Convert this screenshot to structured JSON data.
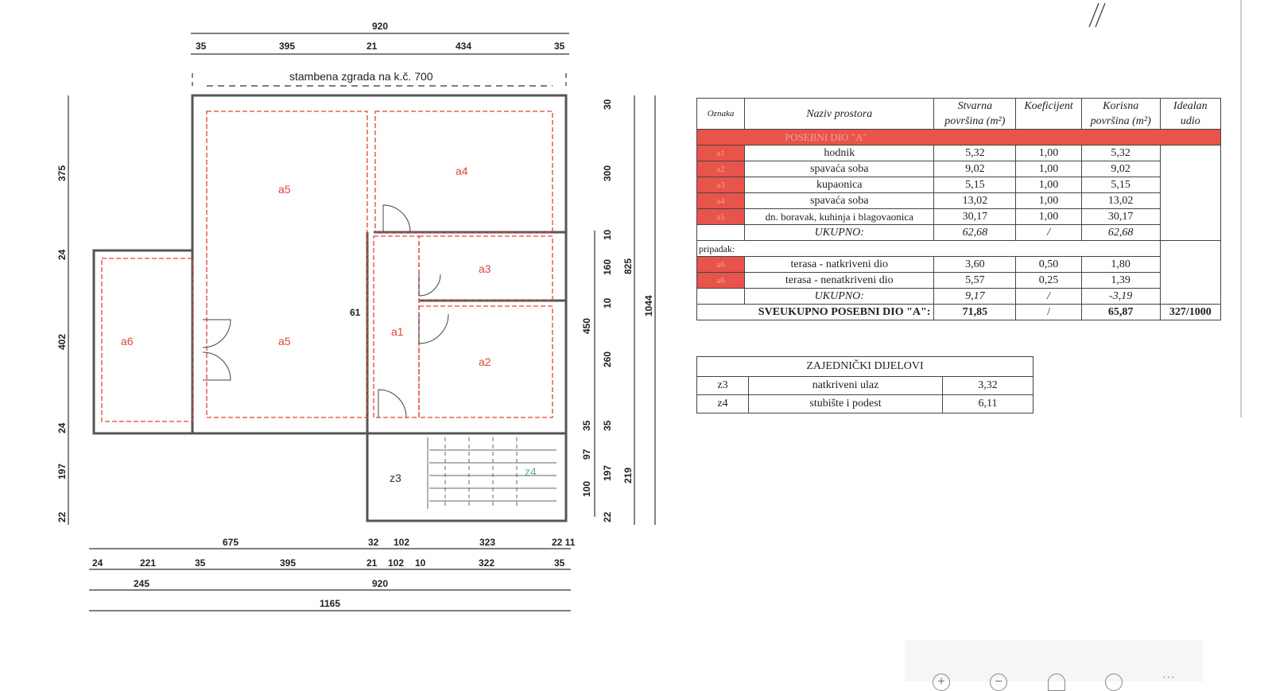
{
  "plan": {
    "neighbor_label": "stambena zgrada na k.č. 700",
    "rooms": {
      "a1": "a1",
      "a2": "a2",
      "a3": "a3",
      "a4": "a4",
      "a5": "a5",
      "a6": "a6",
      "z3": "z3",
      "z4": "z4"
    },
    "dims_top": [
      "920",
      "35",
      "395",
      "21",
      "434",
      "35"
    ],
    "dims_left": [
      "375",
      "24",
      "402",
      "24",
      "197",
      "22"
    ],
    "dims_right": [
      "30",
      "300",
      "10",
      "160",
      "10",
      "260",
      "35",
      "97",
      "197",
      "100",
      "22",
      "450",
      "35",
      "825",
      "219",
      "1044"
    ],
    "dims_bottom_1": [
      "675",
      "32",
      "102",
      "323",
      "22 11"
    ],
    "dims_bottom_2": [
      "24",
      "221",
      "35",
      "395",
      "21",
      "102",
      "10",
      "322",
      "35"
    ],
    "dims_bottom_3": [
      "245",
      "920"
    ],
    "dims_bottom_4": [
      "1165"
    ],
    "dim_inner": "61"
  },
  "table": {
    "headers": [
      "Oznaka",
      "Naziv prostora",
      "Stvarna površina (m²)",
      "Koeficijent",
      "Korisna površina (m²)",
      "Idealan udio"
    ],
    "section_a": "POSEBNI DIO \"A\"",
    "rows_a": [
      {
        "code": "a1",
        "name": "hodnik",
        "actual": "5,32",
        "coef": "1,00",
        "useful": "5,32"
      },
      {
        "code": "a2",
        "name": "spavaća soba",
        "actual": "9,02",
        "coef": "1,00",
        "useful": "9,02"
      },
      {
        "code": "a3",
        "name": "kupaonica",
        "actual": "5,15",
        "coef": "1,00",
        "useful": "5,15"
      },
      {
        "code": "a4",
        "name": "spavaća soba",
        "actual": "13,02",
        "coef": "1,00",
        "useful": "13,02"
      },
      {
        "code": "a5",
        "name": "dn. boravak, kuhinja i blagovaonica",
        "actual": "30,17",
        "coef": "1,00",
        "useful": "30,17"
      }
    ],
    "total_a": {
      "label": "UKUPNO:",
      "actual": "62,68",
      "coef": "/",
      "useful": "62,68"
    },
    "section_pripadak": "pripadak:",
    "rows_p": [
      {
        "code": "a6",
        "name": "terasa - natkriveni dio",
        "actual": "3,60",
        "coef": "0,50",
        "useful": "1,80"
      },
      {
        "code": "a6",
        "name": "terasa - nenatkriveni dio",
        "actual": "5,57",
        "coef": "0,25",
        "useful": "1,39"
      }
    ],
    "total_p": {
      "label": "UKUPNO:",
      "actual": "9,17",
      "coef": "/",
      "useful": "-3,19"
    },
    "grand_total": {
      "label": "SVEUKUPNO POSEBNI DIO \"A\":",
      "actual": "71,85",
      "coef": "/",
      "useful": "65,87",
      "share": "327/1000"
    }
  },
  "common": {
    "title": "ZAJEDNIČKI DIJELOVI",
    "rows": [
      {
        "code": "z3",
        "name": "natkriveni ulaz",
        "area": "3,32"
      },
      {
        "code": "z4",
        "name": "stubište i podest",
        "area": "6,11"
      }
    ]
  },
  "toolbar": {
    "zoom_in": "+",
    "zoom_out": "−",
    "fit": "",
    "rotate": "",
    "more": "···"
  },
  "colors": {
    "accent_red": "#e8534a",
    "room_outline": "#e0453a"
  }
}
